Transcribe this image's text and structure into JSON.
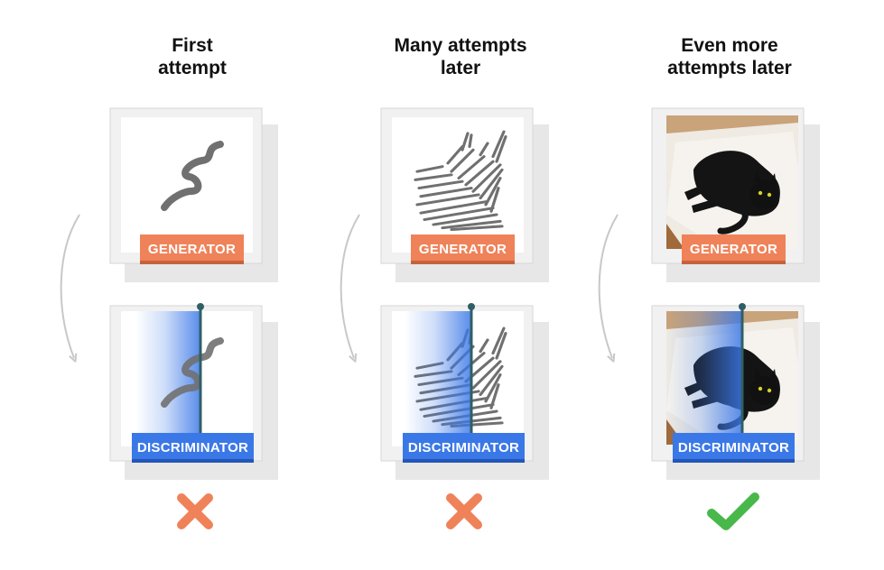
{
  "columns": [
    {
      "title_line1": "First",
      "title_line2": "attempt",
      "generator_label": "GENERATOR",
      "discriminator_label": "DISCRIMINATOR",
      "result": "cross-icon"
    },
    {
      "title_line1": "Many attempts",
      "title_line2": "later",
      "generator_label": "GENERATOR",
      "discriminator_label": "DISCRIMINATOR",
      "result": "cross-icon"
    },
    {
      "title_line1": "Even more",
      "title_line2": "attempts later",
      "generator_label": "GENERATOR",
      "discriminator_label": "DISCRIMINATOR",
      "result": "check-icon"
    }
  ],
  "colors": {
    "generator": "#ef8259",
    "discriminator": "#3b78e7",
    "cross": "#ef8259",
    "check": "#49b84b",
    "scribble": "#707070"
  }
}
